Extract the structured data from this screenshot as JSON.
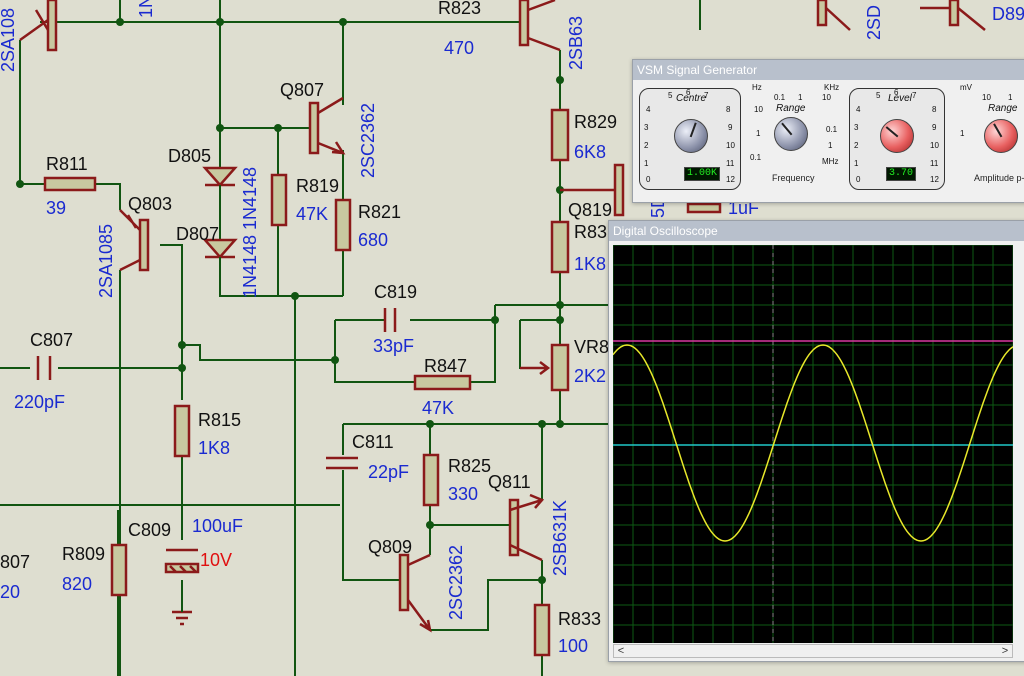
{
  "schematic": {
    "components": [
      {
        "ref": "R823",
        "value": "470"
      },
      {
        "ref": "Q807",
        "value": "2SC2362"
      },
      {
        "ref": "D805",
        "value": "1N4148"
      },
      {
        "ref": "R819",
        "value": "47K"
      },
      {
        "ref": "R821",
        "value": "680"
      },
      {
        "ref": "D807",
        "value": "1N4148"
      },
      {
        "ref": "R811",
        "value": "39"
      },
      {
        "ref": "Q803",
        "value": "2SA1085"
      },
      {
        "ref": "C807",
        "value": "220pF"
      },
      {
        "ref": "C819",
        "value": "33pF"
      },
      {
        "ref": "R847",
        "value": "47K"
      },
      {
        "ref": "R815",
        "value": "1K8"
      },
      {
        "ref": "C811",
        "value": "22pF"
      },
      {
        "ref": "R825",
        "value": "330"
      },
      {
        "ref": "Q811",
        "value": "2SB631K"
      },
      {
        "ref": "Q809",
        "value": "2SC2362"
      },
      {
        "ref": "C809",
        "value": "100uF",
        "value2": "10V"
      },
      {
        "ref": "R809",
        "value": "820"
      },
      {
        "ref": "R833",
        "value": "100"
      },
      {
        "ref": "R829",
        "value": "6K8"
      },
      {
        "ref": "R83",
        "value": "1K8"
      },
      {
        "ref": "Q819",
        "value": ""
      },
      {
        "ref": "VR8",
        "value": "2K2"
      }
    ],
    "partial_labels": {
      "tl_value": "2SA108",
      "top_1n": "1N",
      "top_2sb": "2SB63",
      "top_2sd": "2SD",
      "top_d89": "D89",
      "left_807": "807",
      "left_20": "20",
      "cap_1uf": "1uF",
      "q819_frag": "5D"
    }
  },
  "vsm": {
    "title": "VSM Signal Generator",
    "centre": {
      "label": "Centre",
      "readout": "1.00K",
      "scale": [
        "0",
        "1",
        "2",
        "3",
        "4",
        "5",
        "6",
        "7",
        "8",
        "9",
        "10",
        "11",
        "12"
      ]
    },
    "freq_range": {
      "label": "Range",
      "left": [
        "10",
        "1",
        "0.1"
      ],
      "top": [
        "0.1",
        "1",
        "10"
      ],
      "right": [
        "0.1",
        "1"
      ],
      "unit_hz": "Hz",
      "unit_khz": "KHz",
      "unit_mhz": "MHz",
      "caption": "Frequency"
    },
    "level": {
      "label": "Level",
      "readout": "3.70",
      "scale": [
        "0",
        "1",
        "2",
        "3",
        "4",
        "5",
        "6",
        "7",
        "8",
        "9",
        "10",
        "11",
        "12"
      ]
    },
    "amp_range": {
      "label": "Range",
      "unit_mv": "mV",
      "top": [
        "10",
        "1"
      ],
      "left": [
        "1"
      ],
      "caption": "Amplitude p-"
    }
  },
  "osc": {
    "title": "Digital Oscilloscope",
    "scroll_left": "<",
    "scroll_right": ">",
    "colors": {
      "trace_a": "#e8e82a",
      "trace_b": "#d838a0",
      "trace_c": "#20c8c8",
      "grid": "#0e5a14"
    }
  }
}
